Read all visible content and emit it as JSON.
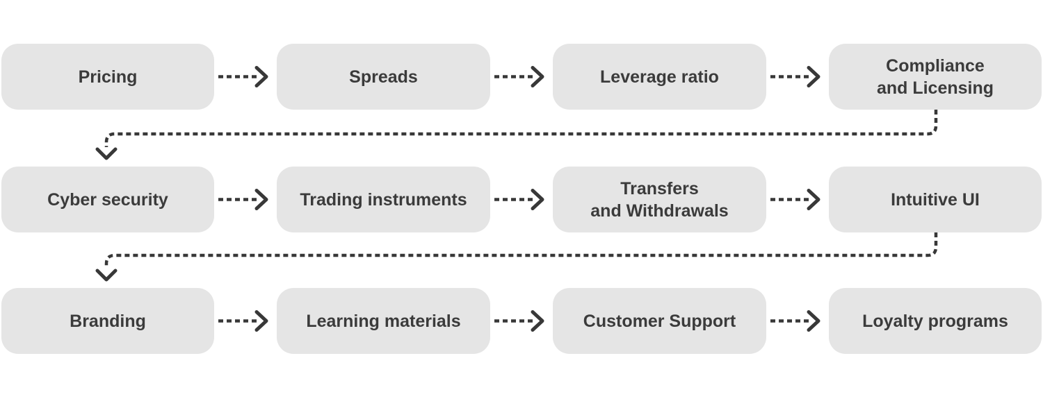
{
  "style": {
    "canvas_bg": "#ffffff",
    "box_bg": "#e5e5e5",
    "text_color": "#3b3b3b",
    "line_color": "#383838"
  },
  "flow": {
    "nodes": [
      {
        "label": "Pricing"
      },
      {
        "label": "Spreads"
      },
      {
        "label": "Leverage ratio"
      },
      {
        "label": "Compliance\nand Licensing"
      },
      {
        "label": "Cyber security"
      },
      {
        "label": "Trading instruments"
      },
      {
        "label": "Transfers\nand Withdrawals"
      },
      {
        "label": "Intuitive UI"
      },
      {
        "label": "Branding"
      },
      {
        "label": "Learning materials"
      },
      {
        "label": "Customer Support"
      },
      {
        "label": "Loyalty programs"
      }
    ]
  }
}
